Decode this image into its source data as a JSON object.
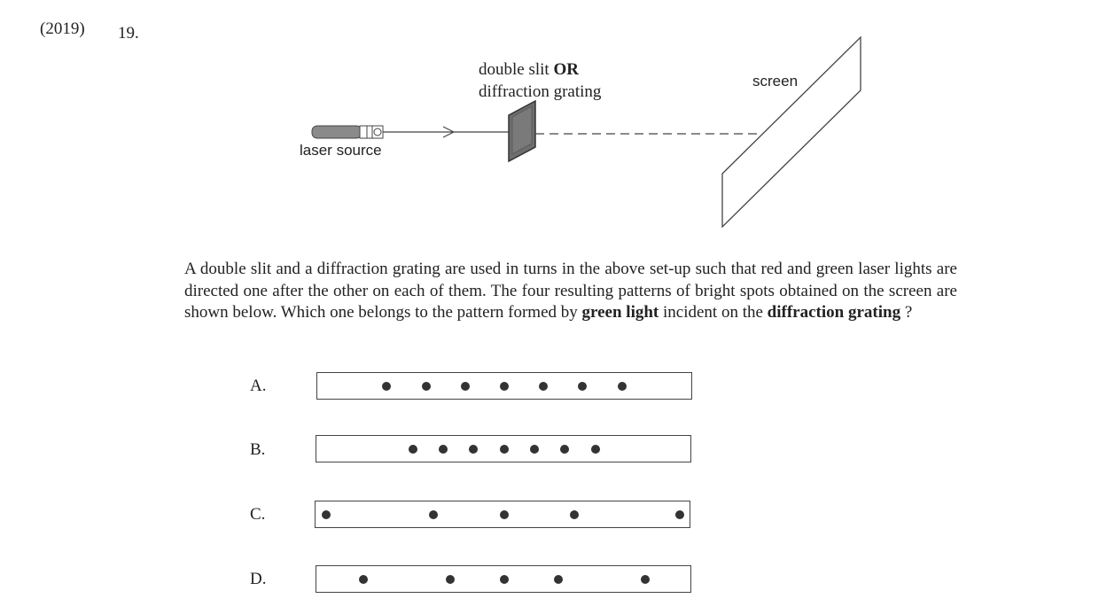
{
  "header": {
    "year": "(2019)",
    "question_number": "19."
  },
  "diagram": {
    "slit_label_line1": "double slit",
    "slit_label_or": "OR",
    "slit_label_line2": "diffraction grating",
    "screen_label": "screen",
    "laser_label": "laser source"
  },
  "question": {
    "part1": "A double slit and a diffraction grating are used in turns in the above set-up such that red and green laser lights are directed one after the other on each of them.  The four resulting patterns of bright spots obtained on the screen are shown below.  Which one belongs to the pattern formed by ",
    "bold1": "green light",
    "part2": " incident on the ",
    "bold2": "diffraction grating",
    "part3": " ?"
  },
  "options": [
    {
      "letter": "A.",
      "spot_count": 7
    },
    {
      "letter": "B.",
      "spot_count": 7
    },
    {
      "letter": "C.",
      "spot_count": 5
    },
    {
      "letter": "D.",
      "spot_count": 5
    }
  ]
}
